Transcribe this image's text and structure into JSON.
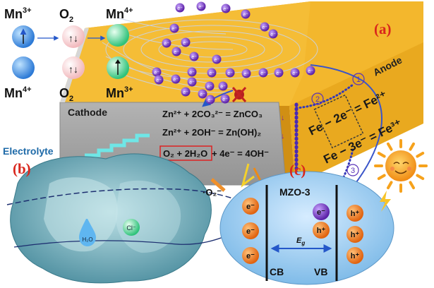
{
  "panel_labels": {
    "a": "(a)",
    "b": "(b)",
    "c": "(c)"
  },
  "electrodes": {
    "anode": "Anode",
    "cathode": "Cathode",
    "electrolyte": "Electrolyte"
  },
  "spin_states": {
    "top_left": "Mn",
    "top_left_charge": "3+",
    "top_mid": "O",
    "top_mid_sub": "2",
    "top_right": "Mn",
    "top_right_charge": "4+",
    "bottom_left": "Mn",
    "bottom_left_charge": "4+",
    "bottom_mid": "O",
    "bottom_mid_sub": "2",
    "bottom_right": "Mn",
    "bottom_right_charge": "3+"
  },
  "reactions": {
    "r1": "Zn²⁺ + 2CO₃²⁻ = ZnCO₃",
    "r2": "Zn²⁺ + 2OH⁻ = Zn(OH)₂",
    "r3_boxed": "O₂ + 2H₂O",
    "r3_rest": " + 4e⁻ = 4OH⁻"
  },
  "fe_reactions": {
    "fe2": "Fe − 2e⁻ = Fe²⁺",
    "fe3": "Fe − 3e⁻ = Fe³⁺"
  },
  "steps": {
    "s1": "1",
    "s2": "2",
    "s3": "3"
  },
  "superoxide": "·O₂⁻",
  "electron_label": "e⁻",
  "hole_label": "h⁺",
  "mzo": {
    "title": "MZO-3",
    "cb": "CB",
    "vb": "VB",
    "eg": "E",
    "eg_sub": "g"
  },
  "ions": {
    "water": "H₂O",
    "chloride": "Cl⁻"
  },
  "colors": {
    "anode": "#f2b428",
    "anode_dark": "#d8951a",
    "cathode": "#a9a9a9",
    "electron": "#6f2dbd",
    "panel_label": "#d9261c",
    "orbit_line": "#c9d3e6",
    "mzo_ellipse": "#a9d4f2",
    "charge_carrier": "#f07d1f",
    "sun": "#f6a21c"
  }
}
